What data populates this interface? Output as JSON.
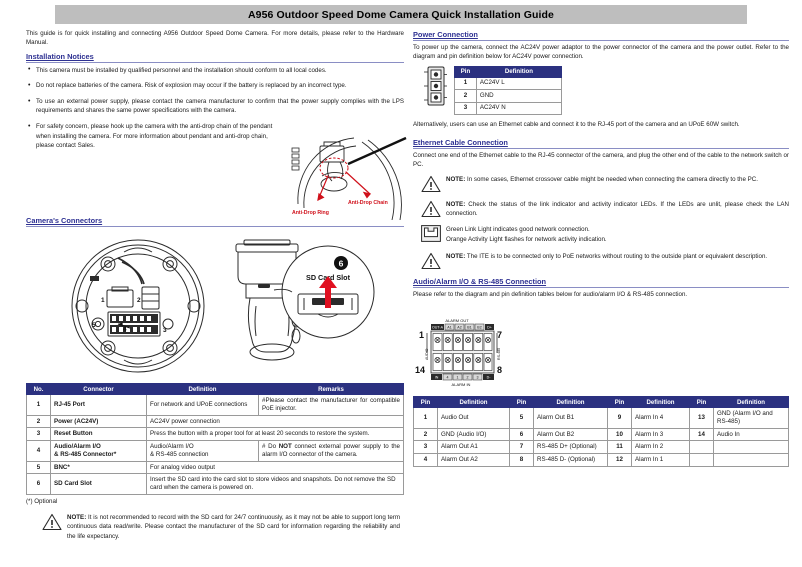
{
  "title": "A956 Outdoor Speed Dome Camera Quick Installation Guide",
  "intro": "This guide is for quick installing and connecting A956 Outdoor Speed Dome Camera. For more details, please refer to the Hardware Manual.",
  "installation_notices": {
    "heading": "Installation Notices",
    "items": [
      "This camera must be installed by qualified personnel and the installation should conform to all local codes.",
      "Do not replace batteries of the camera. Risk of explosion may occur if the battery is replaced by an incorrect type.",
      "To use an external power supply, please contact the camera manufacturer to confirm that the power supply complies with the LPS requirements and shares the same power specifications with the camera.",
      "For safety concern, please hook up the camera with the anti-drop chain of the pendant when installing the camera. For more information about pendant and anti-drop chain, please contact Sales."
    ]
  },
  "anti_drop_figure": {
    "label_chain": "Anti-Drop Chain",
    "label_ring": "Anti-Drop Ring"
  },
  "cameras_connectors": {
    "heading": "Camera's Connectors",
    "callout_number": "6",
    "callout_label": "SD Card Slot"
  },
  "connector_table": {
    "headers": [
      "No.",
      "Connector",
      "Definition",
      "Remarks"
    ],
    "rows": [
      {
        "no": "1",
        "connector": "RJ-45 Port",
        "definition": "For network and UPoE connections",
        "remarks": "#Please contact the manufacturer for compatible PoE injector."
      },
      {
        "no": "2",
        "connector": "Power (AC24V)",
        "definition": "AC24V power connection",
        "remarks": ""
      },
      {
        "no": "3",
        "connector": "Reset Button",
        "definition": "Press the button with a proper tool for at least 20 seconds to restore the system.",
        "remarks": ""
      },
      {
        "no": "4",
        "connector": "Audio/Alarm I/O & RS-485 Connector*",
        "definition": "Audio/Alarm I/O & RS-485 connection",
        "remarks": "# Do NOT connect external power supply to the alarm I/O connector of the camera."
      },
      {
        "no": "5",
        "connector": "BNC*",
        "definition": "For analog video output",
        "remarks": ""
      },
      {
        "no": "6",
        "connector": "SD Card Slot",
        "definition": "Insert the SD card into the card slot to store videos and snapshots. Do not remove the SD card when the camera is powered on.",
        "remarks": ""
      }
    ]
  },
  "optional_footnote": "(*) Optional",
  "sd_note": {
    "label": "NOTE:",
    "text": " It is not recommended to record with the SD card for 24/7 continuously, as it may not be able to support long term continuous data read/write. Please contact the manufacturer of the SD card for information regarding the reliability and the life expectancy."
  },
  "power_connection": {
    "heading": "Power Connection",
    "paragraph": "To power up the camera, connect the AC24V power adaptor to the power connector of the camera and the power outlet. Refer to the diagram and pin definition below for AC24V power connection.",
    "table": {
      "headers": [
        "Pin",
        "Definition"
      ],
      "rows": [
        {
          "pin": "1",
          "definition": "AC24V L"
        },
        {
          "pin": "2",
          "definition": "GND"
        },
        {
          "pin": "3",
          "definition": "AC24V N"
        }
      ]
    },
    "alternative": "Alternatively, users can use an Ethernet cable and connect it to the RJ-45 port of the camera and an UPoE 60W switch."
  },
  "ethernet_connection": {
    "heading": "Ethernet Cable Connection",
    "paragraph": "Connect one end of the Ethernet cable to the RJ-45 connector of the camera, and plug the other end of the cable to the network switch or PC.",
    "note1": {
      "label": "NOTE:",
      "text": " In some cases, Ethernet crossover cable might be needed when connecting the camera directly to the PC."
    },
    "note2": {
      "label": "NOTE:",
      "text": " Check the status of the link indicator and activity indicator LEDs. If the LEDs are unlit, please check the LAN connection."
    },
    "led_green": "Green Link Light indicates good network connection.",
    "led_orange": "Orange Activity Light flashes for network activity indication.",
    "note3": {
      "label": "NOTE:",
      "text": " The ITE is to be connected only to PoE networks without routing to the outside plant or equivalent description."
    }
  },
  "audio_alarm": {
    "heading": "Audio/Alarm I/O & RS-485 Connection",
    "paragraph": "Please refer to the diagram and pin definition tables below for audio/alarm I/O & RS-485 connection.",
    "diagram": {
      "top_label": "ALARM OUT",
      "bottom_label": "ALARM IN",
      "left_label": "AUDIO",
      "right_label": "RS-485",
      "corner_top_left": "1",
      "corner_top_right": "7",
      "corner_bottom_left": "14",
      "corner_bottom_right": "8",
      "top_cells": [
        "OUT-A",
        "A1",
        "A2",
        "B1",
        "B2",
        "D+"
      ],
      "bottom_cells": [
        "IN",
        "4",
        "1",
        "2",
        "3",
        "4",
        "D-"
      ]
    },
    "table": {
      "headers": [
        "Pin",
        "Definition",
        "Pin",
        "Definition",
        "Pin",
        "Definition",
        "Pin",
        "Definition"
      ],
      "rows": [
        [
          "1",
          "Audio Out",
          "5",
          "Alarm Out B1",
          "9",
          "Alarm In 4",
          "13",
          "GND (Alarm I/O and RS-485)"
        ],
        [
          "2",
          "GND (Audio I/O)",
          "6",
          "Alarm Out B2",
          "10",
          "Alarm In 3",
          "14",
          "Audio In"
        ],
        [
          "3",
          "Alarm Out A1",
          "7",
          "RS-485 D+ (Optional)",
          "11",
          "Alarm In 2",
          "",
          ""
        ],
        [
          "4",
          "Alarm Out A2",
          "8",
          "RS-485 D- (Optional)",
          "12",
          "Alarm In 1",
          "",
          ""
        ]
      ]
    }
  },
  "colors": {
    "heading": "#2e3192",
    "table_header": "#2b3180",
    "title_bar": "#bebebe",
    "callout_red": "#d0111b"
  }
}
